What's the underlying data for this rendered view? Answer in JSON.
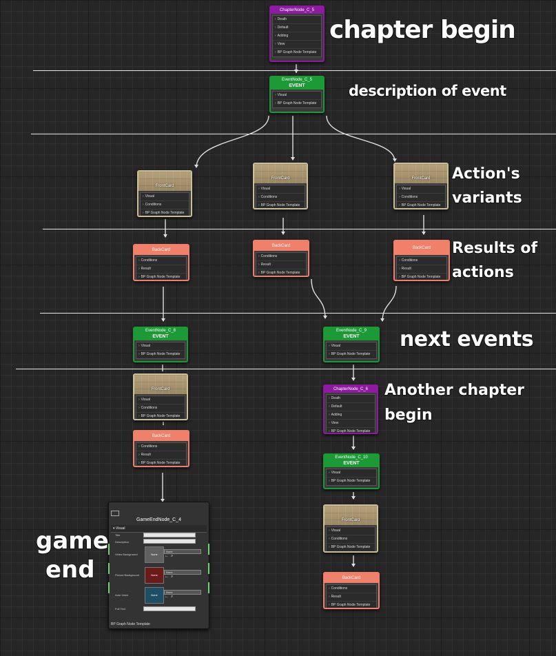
{
  "annotations": {
    "chapter_begin": "chapter begin",
    "description_of_event": "description of event",
    "actions_variants_1": "Action's",
    "actions_variants_2": "variants",
    "results_1": "Results of",
    "results_2": "actions",
    "next_events": "next events",
    "another_chapter_1": "Another chapter",
    "another_chapter_2": "begin",
    "game_end_1": "game",
    "game_end_2": "end"
  },
  "chapter_node_5": {
    "title": "ChapterNode_C_5",
    "rows": [
      "Death",
      "Default",
      "Adding",
      "View",
      "BP Graph Node Template"
    ]
  },
  "event_node_5": {
    "title": "EventNode_C_5",
    "subtitle": "EVENT",
    "rows": [
      "Visual",
      "BP Graph Node Template"
    ]
  },
  "front_cards": {
    "title": "FrontCard",
    "rows": [
      "Visual",
      "Conditions",
      "BP Graph Node Template"
    ]
  },
  "back_cards": {
    "title": "BackCard",
    "rows": [
      "Conditions",
      "Result",
      "BP Graph Node Template"
    ]
  },
  "event_node_8": {
    "title": "EventNode_C_8",
    "subtitle": "EVENT",
    "rows": [
      "Visual",
      "BP Graph Node Template"
    ]
  },
  "event_node_9": {
    "title": "EventNode_C_9",
    "subtitle": "EVENT",
    "rows": [
      "Visual",
      "BP Graph Node Template"
    ]
  },
  "chapter_node_6": {
    "title": "ChapterNode_C_6",
    "rows": [
      "Death",
      "Default",
      "Adding",
      "View",
      "BP Graph Node Template"
    ]
  },
  "event_node_10": {
    "title": "EventNode_C_10",
    "subtitle": "EVENT",
    "rows": [
      "Visual",
      "BP Graph Node Template"
    ]
  },
  "game_end_node": {
    "title": "GameEndNode_C_4",
    "section": "Visual",
    "fields": [
      "Title",
      "Description",
      "Video Background",
      "Picture Background",
      "Auto Voice",
      "Full Text"
    ],
    "thumb_label": "None",
    "dropdown_value": "None",
    "footer": "BP Graph Node Template"
  },
  "colors": {
    "chapter": "#8c1ba0",
    "event": "#1b9a35",
    "front": "#cbbf98",
    "back": "#f0806a",
    "wire": "#e0e0e0"
  }
}
